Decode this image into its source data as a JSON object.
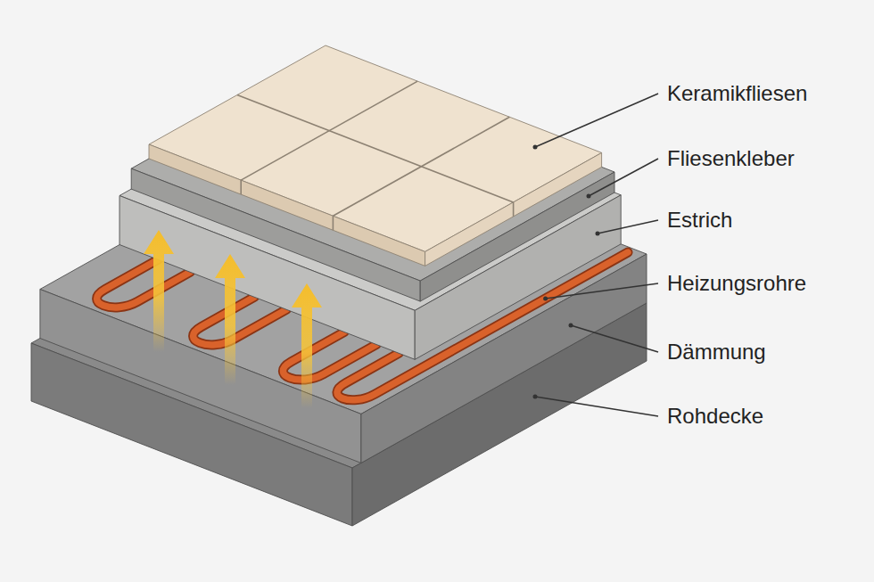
{
  "diagram": {
    "labels": [
      "Keramikfliesen",
      "Fliesenkleber",
      "Estrich",
      "Heizungsrohre",
      "Dämmung",
      "Rohdecke"
    ]
  }
}
